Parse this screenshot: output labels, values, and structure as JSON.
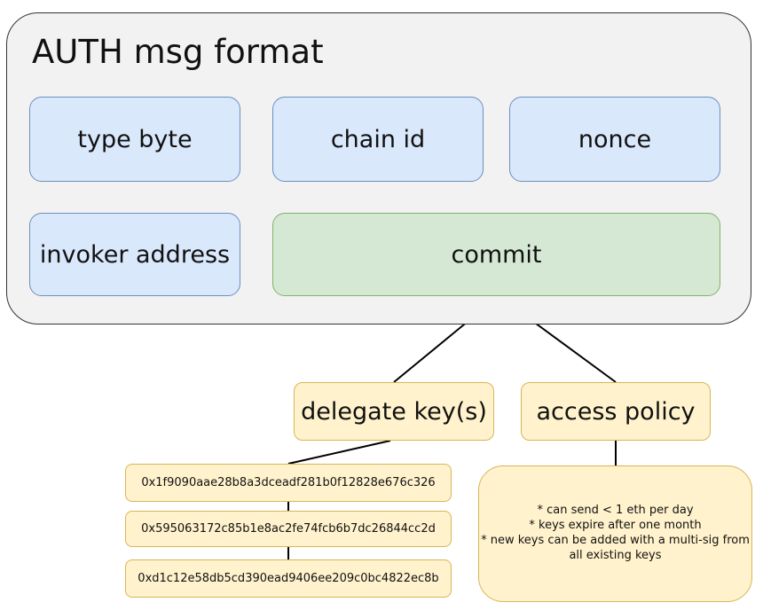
{
  "diagram": {
    "title": "AUTH msg format",
    "fields": {
      "type_byte": "type byte",
      "chain_id": "chain id",
      "nonce": "nonce",
      "invoker_address": "invoker address",
      "commit": "commit"
    },
    "commit_children": {
      "delegate_keys": "delegate key(s)",
      "access_policy": "access policy"
    },
    "keys": [
      "0x1f9090aae28b8a3dceadf281b0f12828e676c326",
      "0x595063172c85b1e8ac2fe74fcb6b7dc26844cc2d",
      "0xd1c12e58db5cd390ead9406ee209c0bc4822ec8b"
    ],
    "policy_lines": [
      "* can send < 1 eth per day",
      "* keys expire after one month",
      "* new keys can be added with a multi-sig from",
      "all existing keys"
    ]
  },
  "colors": {
    "outer_fill": "#f2f2f2",
    "blue_fill": "#dae8fc",
    "green_fill": "#d5e8d4",
    "yellow_fill": "#fff2cc"
  }
}
